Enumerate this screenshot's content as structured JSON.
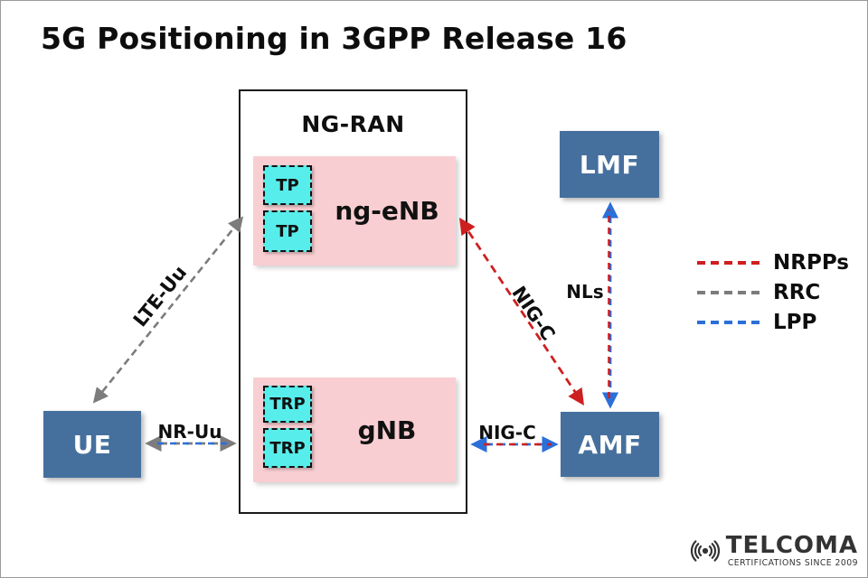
{
  "title": "5G Positioning in 3GPP Release 16",
  "diagram": {
    "ng_ran": {
      "label": "NG-RAN"
    },
    "ng_enb": {
      "label": "ng-eNB",
      "tps": [
        "TP",
        "TP"
      ]
    },
    "gnb": {
      "label": "gNB",
      "trps": [
        "TRP",
        "TRP"
      ]
    },
    "ue": {
      "label": "UE"
    },
    "lmf": {
      "label": "LMF"
    },
    "amf": {
      "label": "AMF"
    },
    "links": {
      "lte_uu": "LTE-Uu",
      "nr_uu": "NR-Uu",
      "nig_c_diagonal": "NIG-C",
      "nig_c_horizontal": "NIG-C",
      "nls": "NLs"
    }
  },
  "legend": {
    "items": [
      {
        "label": "NRPPs",
        "color": "#ce1f1f",
        "style": "dashed"
      },
      {
        "label": "RRC",
        "color": "#7c7c7c",
        "style": "dashed"
      },
      {
        "label": "LPP",
        "color": "#2b6fd9",
        "style": "dashed"
      }
    ]
  },
  "logo": {
    "brand": "TELCOMA",
    "tagline": "CERTIFICATIONS SINCE 2009"
  },
  "colors": {
    "node_blue": "#45709e",
    "node_pink": "#f9ced2",
    "node_cyan": "#57edeb",
    "line_red": "#ce1f1f",
    "line_blue": "#2b6fd9",
    "line_gray": "#7c7c7c"
  }
}
